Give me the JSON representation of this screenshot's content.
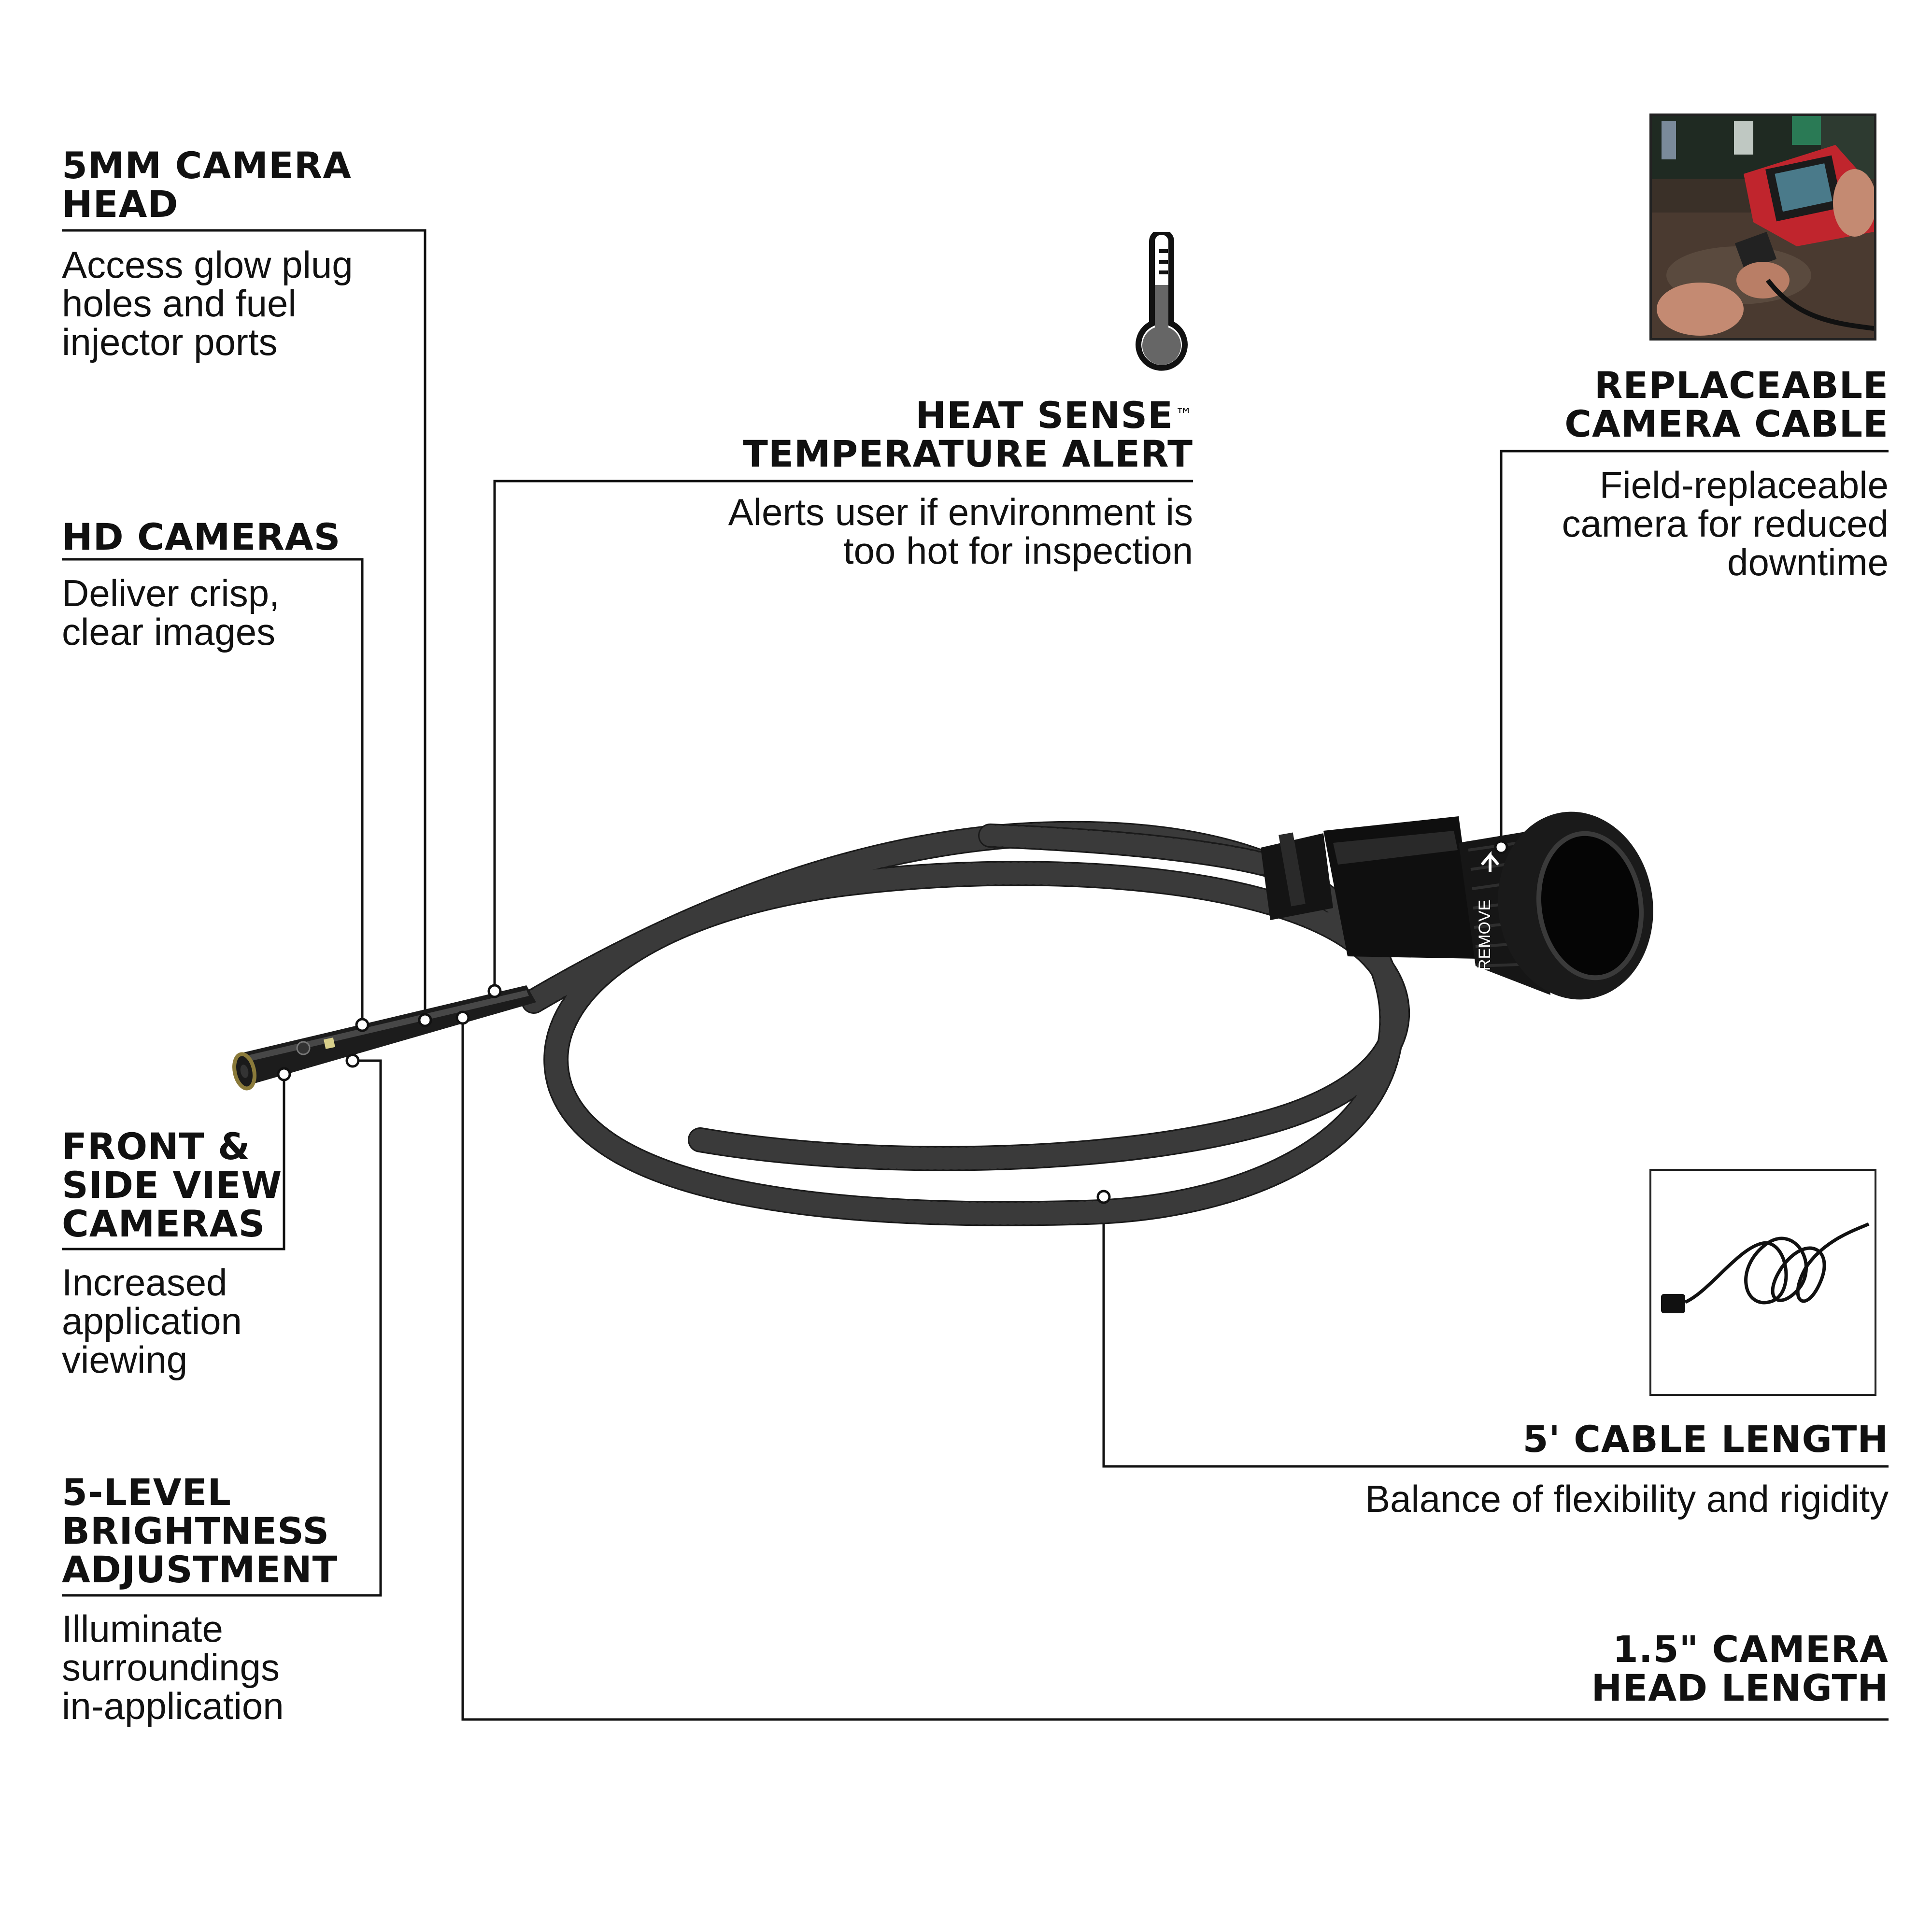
{
  "callouts": {
    "camera_head": {
      "title": "5MM CAMERA\nHEAD",
      "desc": "Access glow plug\nholes and fuel\ninjector ports"
    },
    "hd_cameras": {
      "title": "HD CAMERAS",
      "desc": "Deliver crisp,\nclear images"
    },
    "front_side": {
      "title": "FRONT &\nSIDE VIEW\nCAMERAS",
      "desc": "Increased\napplication\nviewing"
    },
    "brightness": {
      "title": "5-LEVEL\nBRIGHTNESS\nADJUSTMENT",
      "desc": "Illuminate\nsurroundings\nin-application"
    },
    "heat_sense": {
      "title_line1": "HEAT SENSE",
      "trademark": "™",
      "title_line2": "TEMPERATURE ALERT",
      "desc": "Alerts user if environment is\ntoo hot for inspection"
    },
    "replaceable": {
      "title": "REPLACEABLE\nCAMERA CABLE",
      "desc": "Field-replaceable\ncamera for reduced\ndowntime"
    },
    "cable_length": {
      "title": "5' CABLE LENGTH",
      "desc": "Balance of flexibility and rigidity"
    },
    "head_length": {
      "title": "1.5\" CAMERA\nHEAD LENGTH"
    }
  },
  "product": {
    "connector_label": "REMOVE"
  },
  "icons": {
    "thermometer": "thermometer-icon"
  }
}
